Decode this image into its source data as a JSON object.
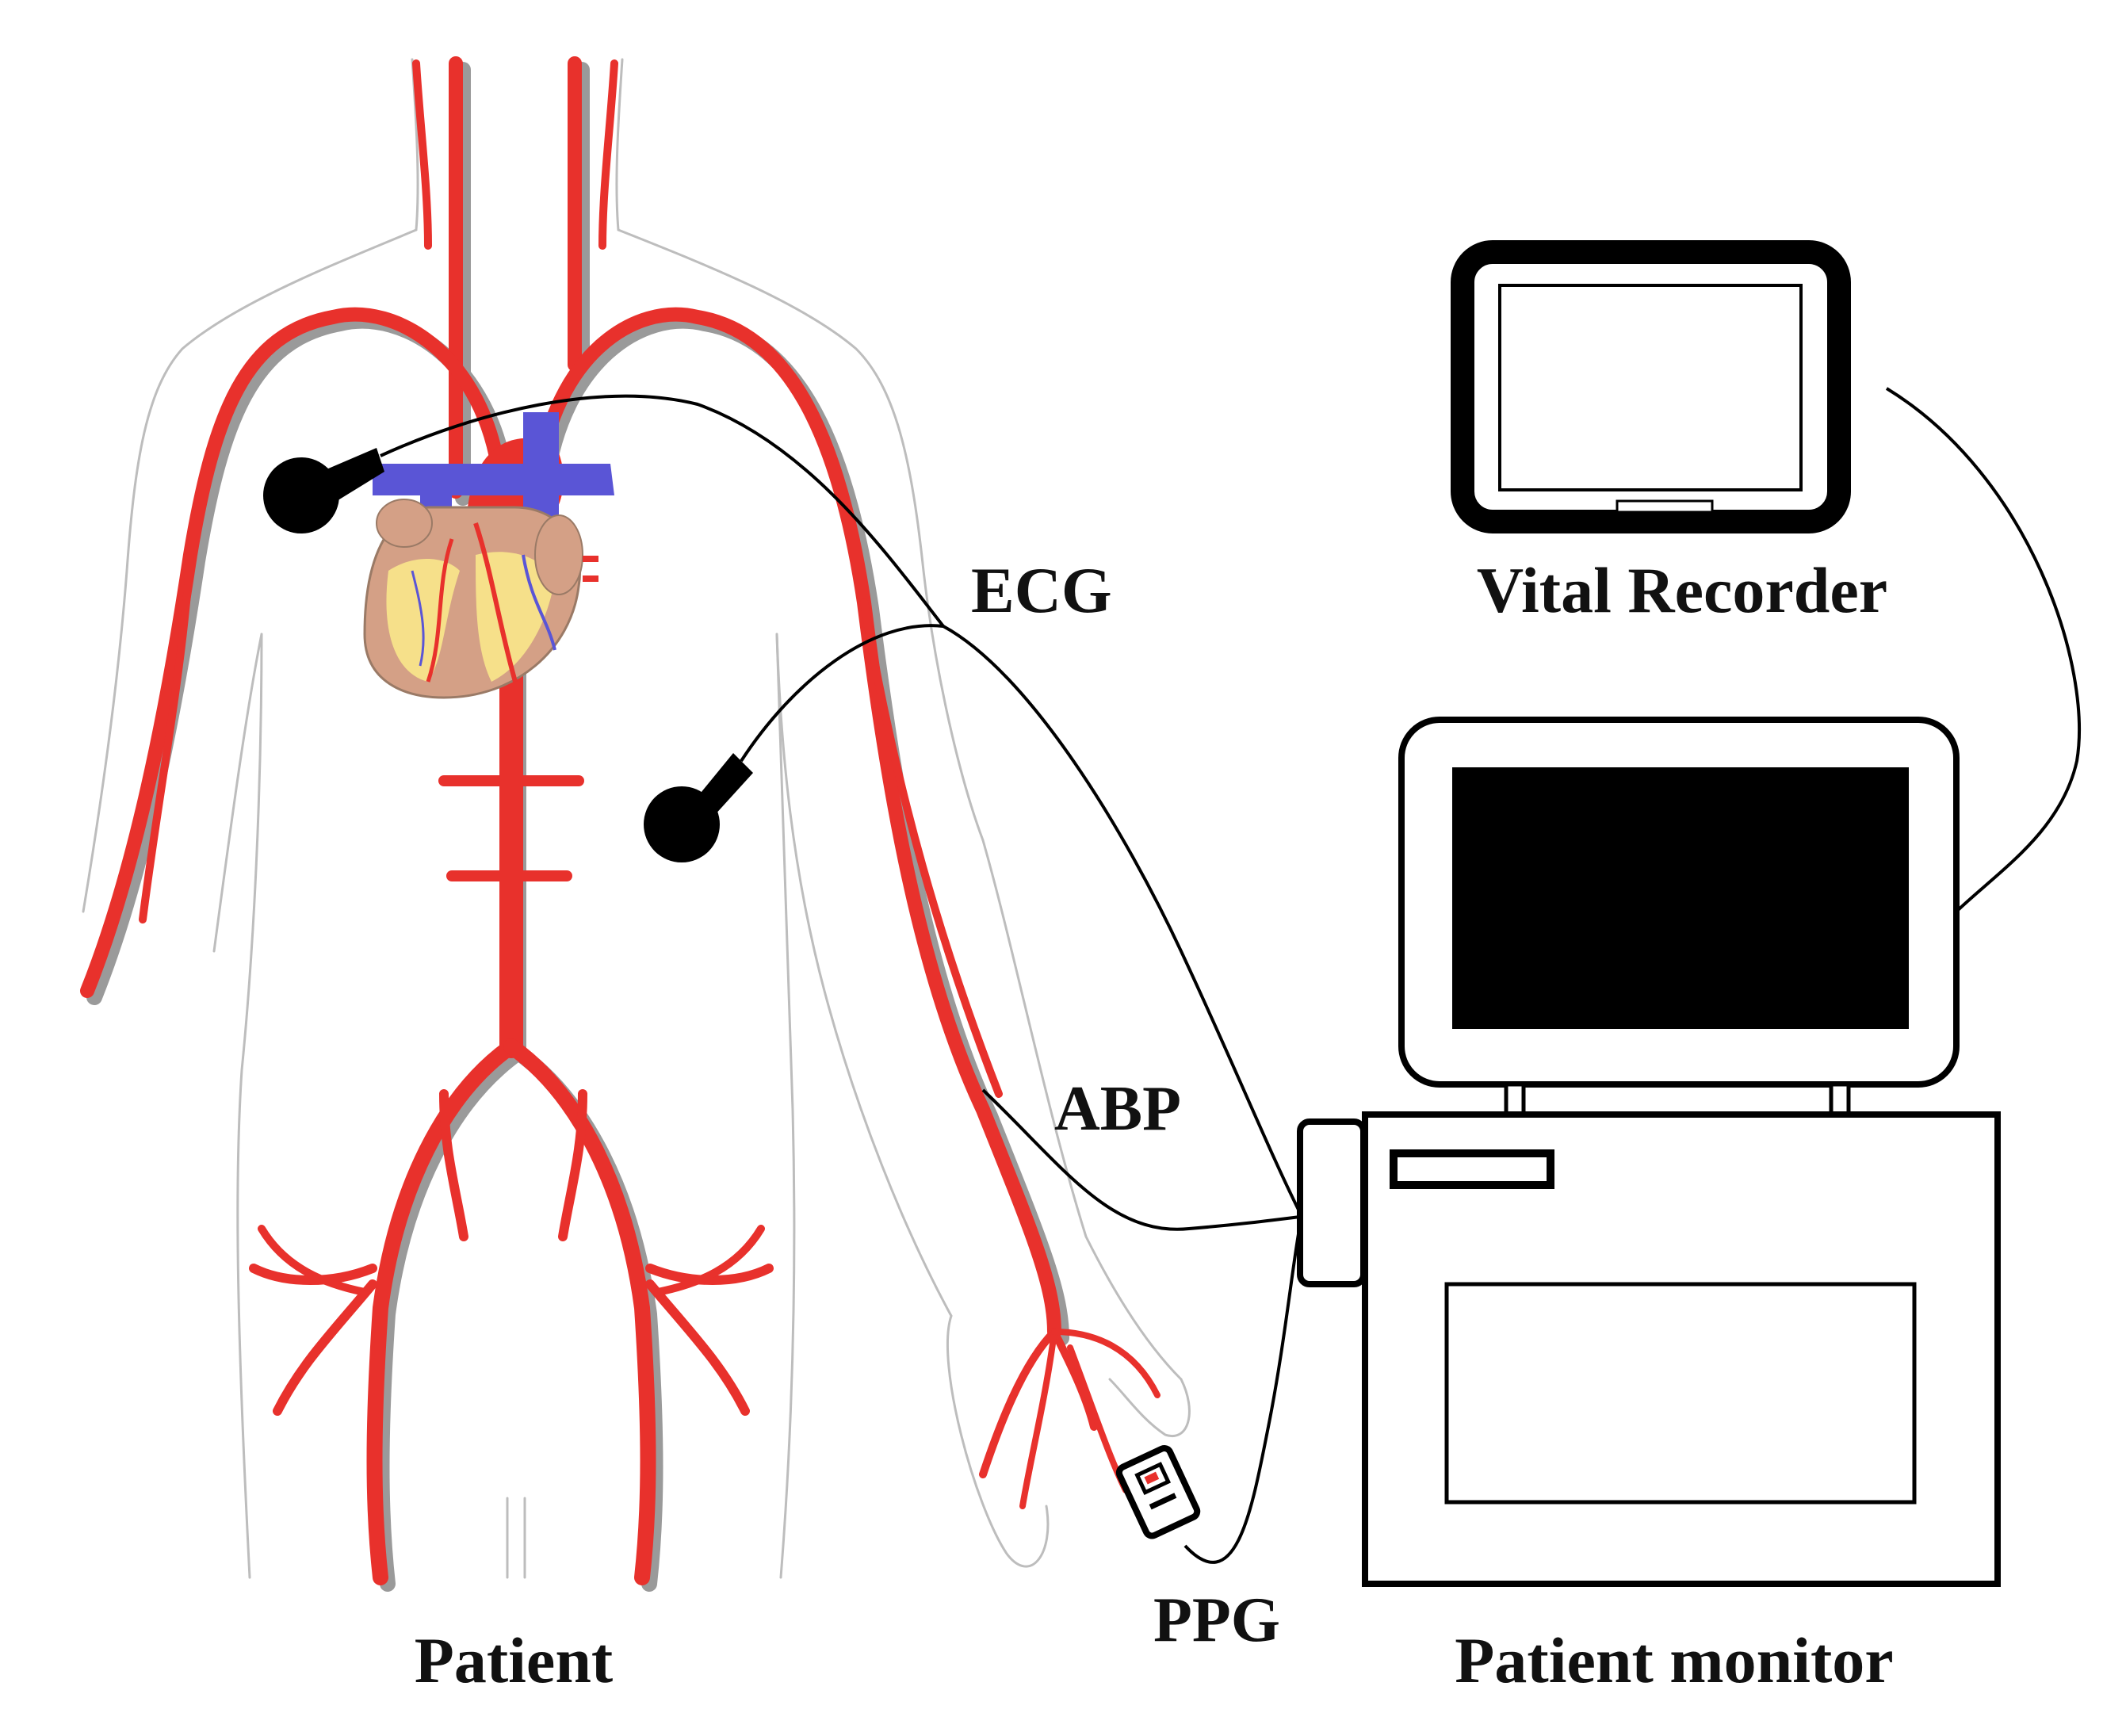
{
  "labels": {
    "patient": "Patient",
    "ecg": "ECG",
    "abp": "ABP",
    "ppg": "PPG",
    "vital_recorder": "Vital Recorder",
    "patient_monitor": "Patient monitor"
  },
  "colors": {
    "artery": "#e8312c",
    "artery_shadow": "#9a9a9a",
    "vein": "#5a55d6",
    "heart_muscle": "#d4a086",
    "heart_fat": "#f6e08a",
    "body_outline": "#bdbdbd",
    "device": "#000000",
    "cable": "#000000"
  },
  "icons": {
    "patient": "human-body-circulatory-icon",
    "heart": "heart-icon",
    "electrode": "ecg-electrode-icon",
    "finger_sensor": "pulse-oximeter-clip-icon",
    "tablet": "tablet-icon",
    "monitor": "patient-monitor-icon"
  }
}
